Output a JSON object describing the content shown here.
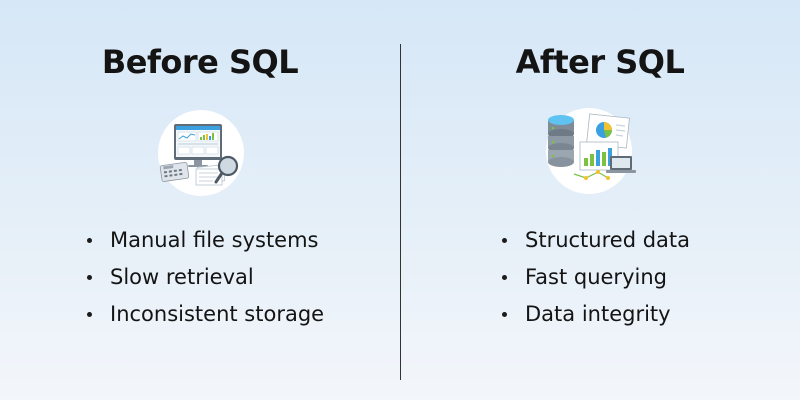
{
  "before": {
    "title": "Before SQL",
    "icon": "desktop-spreadsheet-calculator-magnifier-icon",
    "items": [
      "Manual file systems",
      "Slow retrieval",
      "Inconsistent storage"
    ]
  },
  "after": {
    "title": "After SQL",
    "icon": "database-server-dashboard-laptop-icon",
    "items": [
      "Structured data",
      "Fast querying",
      "Data integrity"
    ]
  },
  "colors": {
    "background_top": "#d6e7f7",
    "background_bottom": "#f3f6fa",
    "text": "#141414",
    "divider": "#333333",
    "accent_blue": "#3aa0e0",
    "accent_green": "#7cc242",
    "accent_yellow": "#f2c230"
  }
}
